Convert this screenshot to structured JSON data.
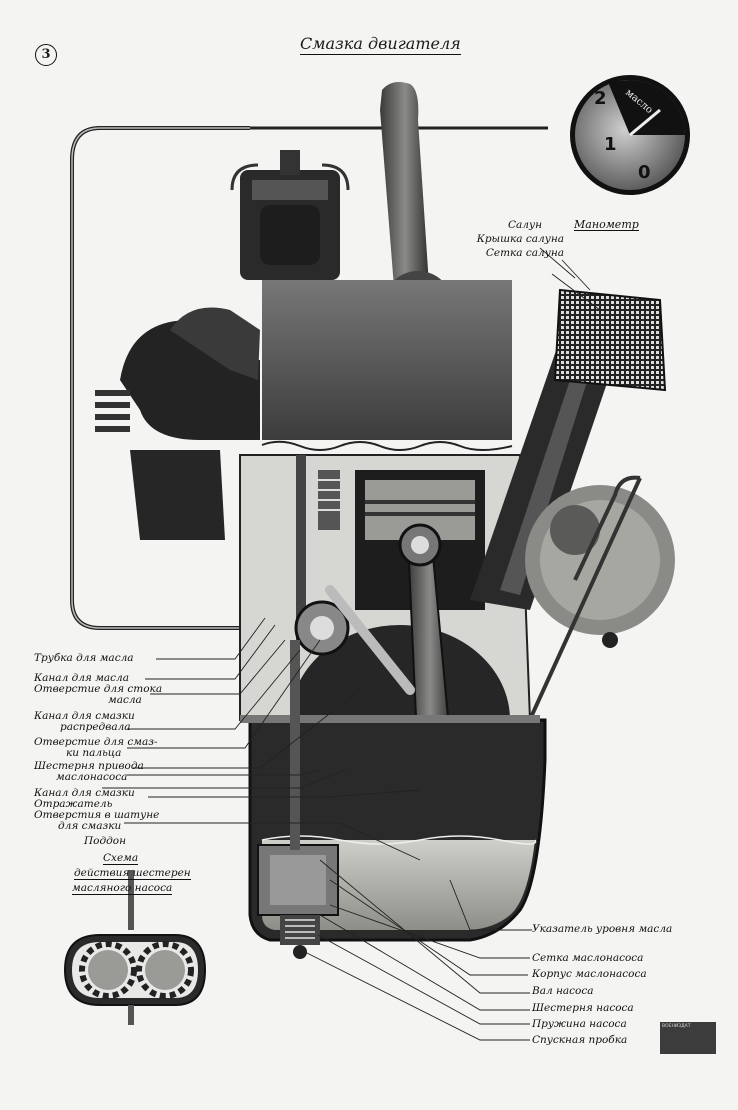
{
  "title": "Смазка двигателя",
  "sheet_number": "3",
  "gauge": {
    "label": "Манометр",
    "scale": [
      "2",
      "1",
      "0"
    ],
    "face_text": "масло"
  },
  "top_right_labels": [
    "Салун",
    "Крышка салуна",
    "Сетка салуна"
  ],
  "left_labels": [
    "Трубка для масла",
    "Канал для масла",
    "Отверстие для стока",
    "масла",
    "Канал для смазки",
    "распредвала",
    "Отверстие для смаз-",
    "ки пальца",
    "Шестерня привода",
    "маслонасоса",
    "Канал для смазки",
    "Отражатель",
    "Отверстия в шатуне",
    "для смазки",
    "Поддон"
  ],
  "right_labels": [
    "Указатель уровня масла",
    "Сетка маслонасоса",
    "Корпус маслонасоса",
    "Вал насоса",
    "Шестерня насоса",
    "Пружина насоса",
    "Спускная пробка"
  ],
  "pump_scheme": {
    "lines": [
      "Схема",
      "действия шестерен",
      "масляного насоса"
    ]
  },
  "publisher_mark": "ВОЕНИЗДАТ",
  "colors": {
    "paper": "#f4f4f2",
    "ink": "#111111",
    "metal_dark": "#2a2a2a",
    "metal_mid": "#6b6b6b",
    "oil": "#b9b9b4"
  }
}
